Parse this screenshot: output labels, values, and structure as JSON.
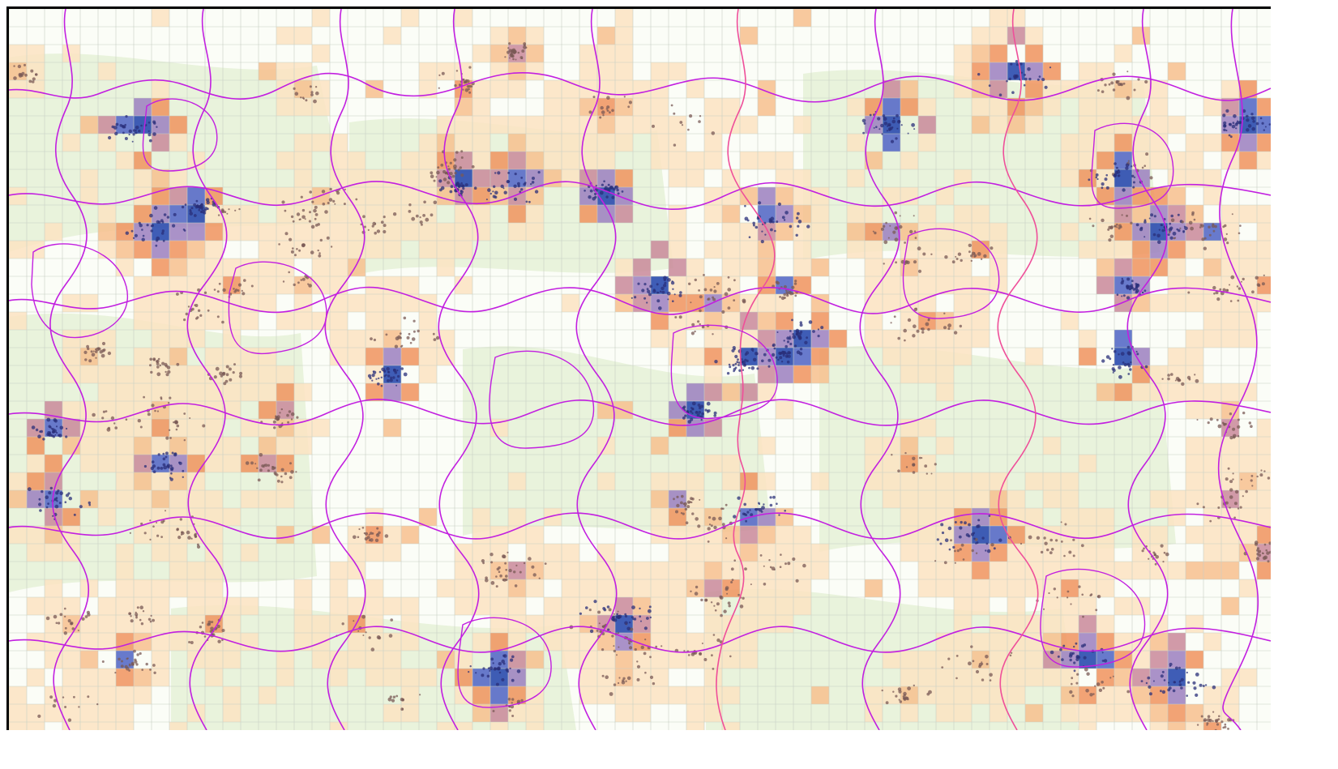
{
  "map": {
    "colors": {
      "background": "#fbfdf7",
      "terrain": "#e9f3dc",
      "grid_line": "#c8cfc4",
      "boundary": "#c21fe0",
      "boundary_secondary": "#ef4f9a",
      "frame": "#000000",
      "settlement_dot": "#7a5a55",
      "settlement_dot_dark": "#2a2f7a"
    },
    "legend_classes": [
      {
        "level": 1,
        "color": "#fbe3c2"
      },
      {
        "level": 2,
        "color": "#f7c08e"
      },
      {
        "level": 3,
        "color": "#f0935e"
      },
      {
        "level": 4,
        "color": "#c9889a"
      },
      {
        "level": 5,
        "color": "#9b7fbf"
      },
      {
        "level": 6,
        "color": "#5b6fc8"
      },
      {
        "level": 7,
        "color": "#2f4fb0"
      }
    ]
  }
}
